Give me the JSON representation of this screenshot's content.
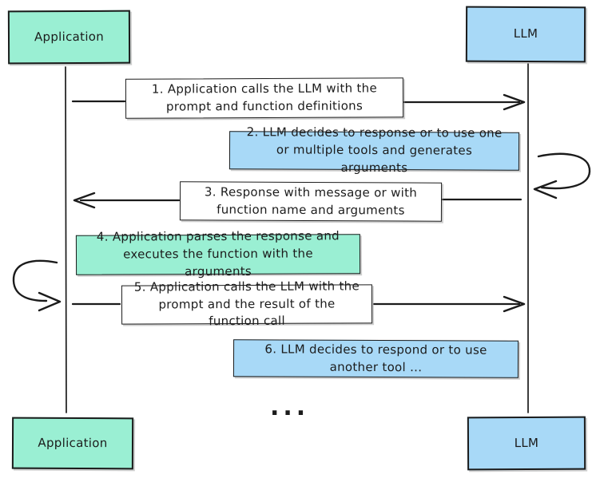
{
  "actors": {
    "top_left": "Application",
    "top_right": "LLM",
    "bottom_left": "Application",
    "bottom_right": "LLM"
  },
  "steps": [
    {
      "label": "1. Application calls the LLM with the prompt and function definitions",
      "style": "message",
      "direction": "application-to-llm"
    },
    {
      "label": "2. LLM decides to response or to use one or multiple tools and generates arguments",
      "style": "llm-note",
      "direction": "llm-self-loop"
    },
    {
      "label": "3. Response with message or with function name and arguments",
      "style": "message",
      "direction": "llm-to-application"
    },
    {
      "label": "4. Application parses the response and executes the function with the arguments",
      "style": "application-note",
      "direction": "application-self-loop"
    },
    {
      "label": "5. Application calls the LLM with the prompt and the result of the function call",
      "style": "message",
      "direction": "application-to-llm"
    },
    {
      "label": "6. LLM decides to respond or to use another tool ...",
      "style": "llm-note",
      "direction": "none"
    }
  ],
  "ellipsis": "...",
  "colors": {
    "application_fill": "#9AEFD3",
    "llm_fill": "#A8D9F7",
    "message_fill": "#ffffff",
    "stroke": "#1b1b1b",
    "background": "#ffffff"
  }
}
